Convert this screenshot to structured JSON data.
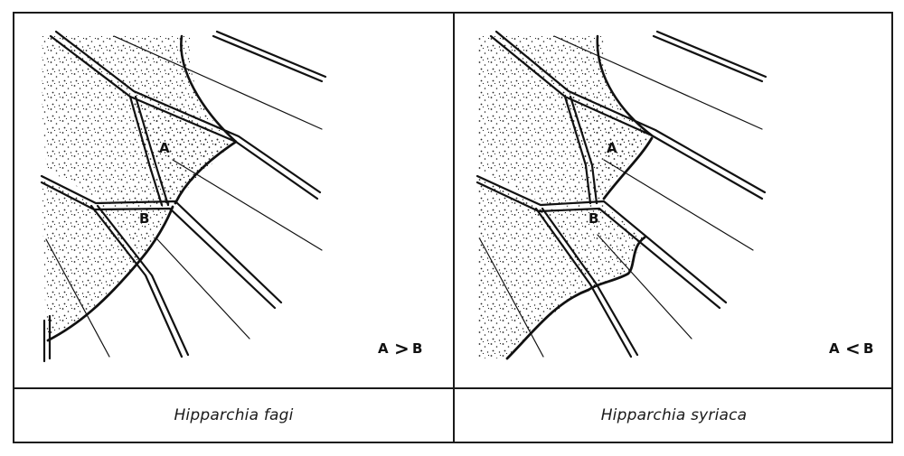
{
  "left_panel": {
    "label_a": "A",
    "label_b": "B",
    "relation": {
      "a": "A",
      "sign": ">",
      "b": "B"
    },
    "caption": "Hipparchia fagi"
  },
  "right_panel": {
    "label_a": "A",
    "label_b": "B",
    "relation": {
      "a": "A",
      "sign": "<",
      "b": "B"
    },
    "caption": "Hipparchia syriaca"
  },
  "colors": {
    "ink": "#111111",
    "border": "#1a1a1a",
    "background": "#ffffff"
  }
}
